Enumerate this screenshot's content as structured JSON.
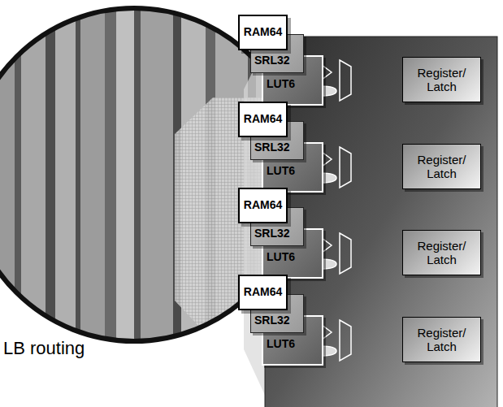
{
  "diagram": {
    "nodes": [
      {
        "text": [
          "RAM64"
        ]
      },
      {
        "text": [
          "SRL32"
        ]
      },
      {
        "text": [
          "LUT6"
        ]
      },
      {
        "text": [
          "Register/ Latch"
        ]
      },
      {
        "text": [
          "RAM64"
        ]
      },
      {
        "text": [
          "SRL32"
        ]
      },
      {
        "text": [
          "LUT6"
        ]
      },
      {
        "text": [
          "Register/ Latch"
        ]
      },
      {
        "text": [
          "RAM64"
        ]
      },
      {
        "text": [
          "SRL32"
        ]
      },
      {
        "text": [
          "LUT6"
        ]
      },
      {
        "text": [
          "Register/ Latch"
        ]
      },
      {
        "text": [
          "RAM64"
        ]
      },
      {
        "text": [
          "SRL32"
        ]
      },
      {
        "text": [
          "LUT6"
        ]
      },
      {
        "text": [
          "Register/ Latch"
        ]
      }
    ],
    "labels": [
      "LB routing"
    ]
  }
}
